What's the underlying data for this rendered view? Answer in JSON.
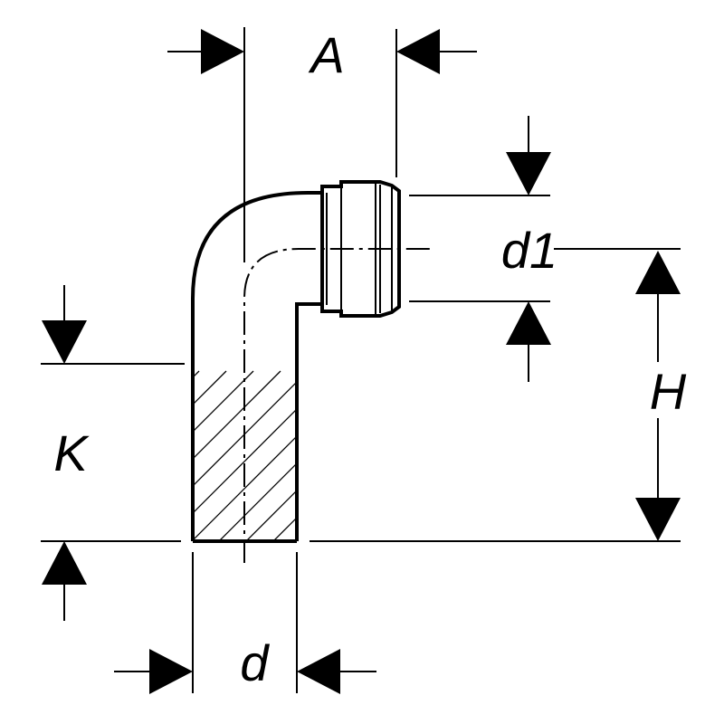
{
  "labels": {
    "A": "A",
    "d1": "d1",
    "H": "H",
    "K": "K",
    "d": "d"
  },
  "colors": {
    "line": "#000000",
    "background": "#ffffff"
  }
}
